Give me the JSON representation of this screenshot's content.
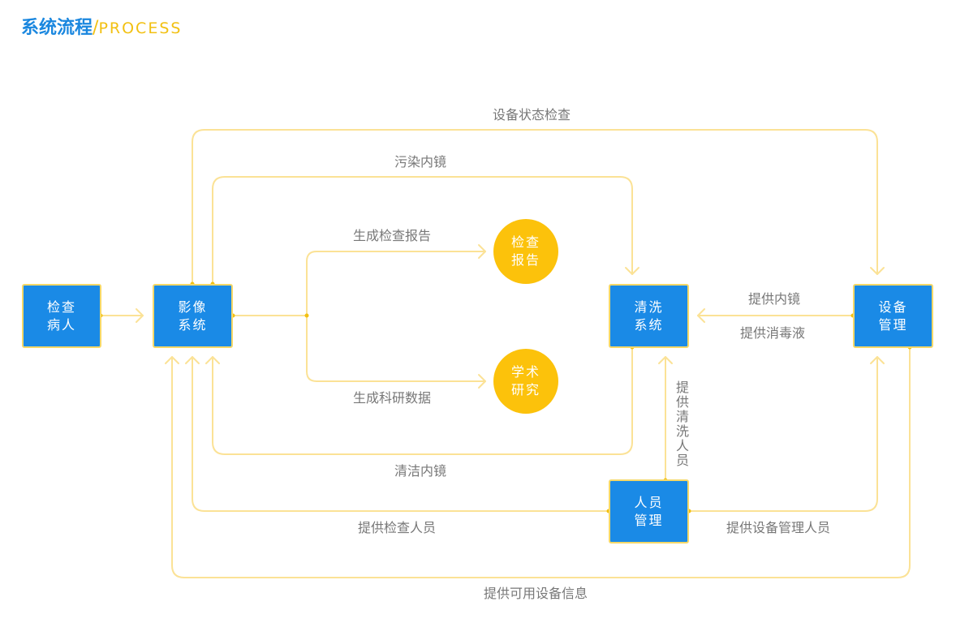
{
  "header": {
    "title_cn": "系统流程",
    "separator": "/",
    "title_en": "PROCESS"
  },
  "colors": {
    "box": "#1a8ae6",
    "circle": "#fcc20b",
    "line": "#fbe296",
    "title": "#1a87df",
    "accent": "#f2c011"
  },
  "nodes": {
    "patient": {
      "line1": "检查",
      "line2": "病人"
    },
    "imaging": {
      "line1": "影像",
      "line2": "系统"
    },
    "report": {
      "line1": "检查",
      "line2": "报告"
    },
    "research": {
      "line1": "学术",
      "line2": "研究"
    },
    "cleaning": {
      "line1": "清洗",
      "line2": "系统"
    },
    "equipment": {
      "line1": "设备",
      "line2": "管理"
    },
    "personnel": {
      "line1": "人员",
      "line2": "管理"
    }
  },
  "edges": {
    "equipment_check": "设备状态检查",
    "dirty_scope": "污染内镜",
    "gen_report": "生成检查报告",
    "gen_research": "生成科研数据",
    "clean_scope": "清洁内镜",
    "provide_scope": "提供内镜",
    "provide_disinfectant": "提供消毒液",
    "provide_cleaners": "提供清洗人员",
    "provide_examiners": "提供检查人员",
    "provide_equip_staff": "提供设备管理人员",
    "provide_equip_info": "提供可用设备信息"
  }
}
